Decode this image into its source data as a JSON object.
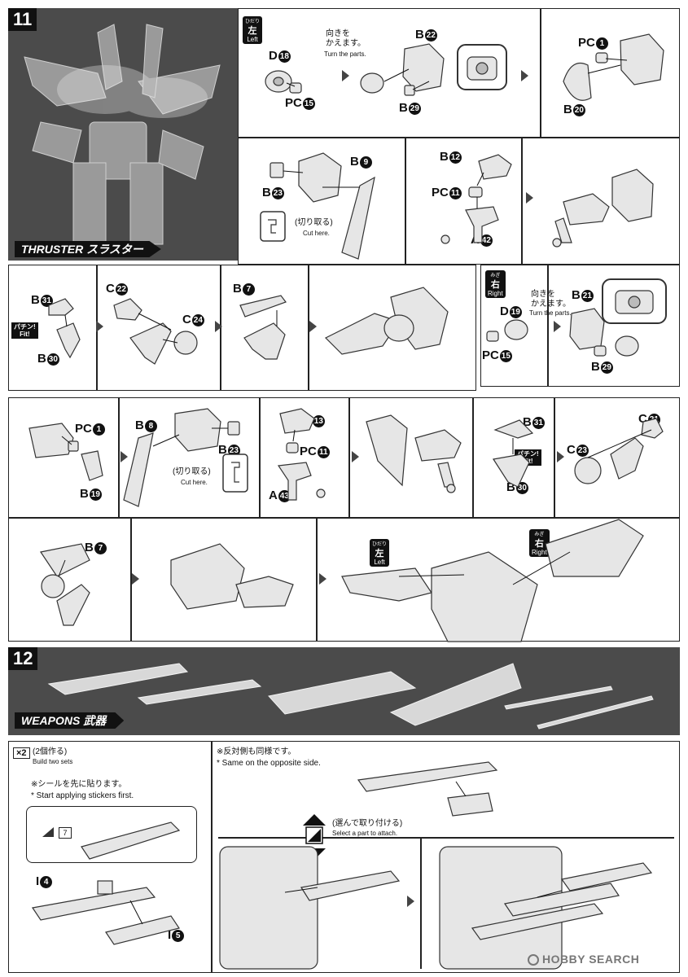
{
  "step11": {
    "number": "11",
    "banner": "THRUSTER スラスター",
    "left_badge": {
      "jp": "左",
      "ruby": "ひだり",
      "en": "Left"
    },
    "right_badge": {
      "jp": "右",
      "ruby": "みぎ",
      "en": "Right"
    },
    "turn_jp": "向きを\nかえます。",
    "turn_en": "Turn the parts.",
    "cut_jp": "(切り取る)",
    "cut_en": "Cut here.",
    "fit_jp": "パチン!",
    "fit_en": "Fit!",
    "labels": {
      "d18": {
        "t": "D",
        "n": "18"
      },
      "pc15a": {
        "t": "PC",
        "n": "15"
      },
      "b22": {
        "t": "B",
        "n": "22"
      },
      "b29a": {
        "t": "B",
        "n": "29"
      },
      "pc1a": {
        "t": "PC",
        "n": "1"
      },
      "b20": {
        "t": "B",
        "n": "20"
      },
      "b9": {
        "t": "B",
        "n": "9"
      },
      "b23a": {
        "t": "B",
        "n": "23"
      },
      "b12": {
        "t": "B",
        "n": "12"
      },
      "pc11a": {
        "t": "PC",
        "n": "11"
      },
      "a42": {
        "t": "A",
        "n": "42"
      },
      "b31a": {
        "t": "B",
        "n": "31"
      },
      "b30a": {
        "t": "B",
        "n": "30"
      },
      "c22": {
        "t": "C",
        "n": "22"
      },
      "c24": {
        "t": "C",
        "n": "24"
      },
      "b7a": {
        "t": "B",
        "n": "7"
      },
      "d19": {
        "t": "D",
        "n": "19"
      },
      "pc15b": {
        "t": "PC",
        "n": "15"
      },
      "b21": {
        "t": "B",
        "n": "21"
      },
      "b29b": {
        "t": "B",
        "n": "29"
      },
      "pc1b": {
        "t": "PC",
        "n": "1"
      },
      "b19": {
        "t": "B",
        "n": "19"
      },
      "b8": {
        "t": "B",
        "n": "8"
      },
      "b23b": {
        "t": "B",
        "n": "23"
      },
      "b13": {
        "t": "B",
        "n": "13"
      },
      "pc11b": {
        "t": "PC",
        "n": "11"
      },
      "a43": {
        "t": "A",
        "n": "43"
      },
      "b31b": {
        "t": "B",
        "n": "31"
      },
      "b30b": {
        "t": "B",
        "n": "30"
      },
      "c21": {
        "t": "C",
        "n": "21"
      },
      "c23": {
        "t": "C",
        "n": "23"
      },
      "b7b": {
        "t": "B",
        "n": "7"
      }
    }
  },
  "step12": {
    "number": "12",
    "banner": "WEAPONS 武器",
    "build_two_count": "×2",
    "build_two_jp": "(2個作る)",
    "build_two_en": "Build two sets",
    "sticker_jp": "※シールを先に貼ります。",
    "sticker_en": "* Start applying stickers first.",
    "sticker_no": "7",
    "opposite_jp": "※反対側も同様です。",
    "opposite_en": "* Same on the opposite side.",
    "select_jp": "(選んで取り付ける)",
    "select_en": "Select a part to attach.",
    "labels": {
      "i4": {
        "t": "I",
        "n": "4"
      },
      "i5": {
        "t": "I",
        "n": "5"
      }
    }
  },
  "footer": {
    "watermark": "HOBBY SEARCH"
  }
}
